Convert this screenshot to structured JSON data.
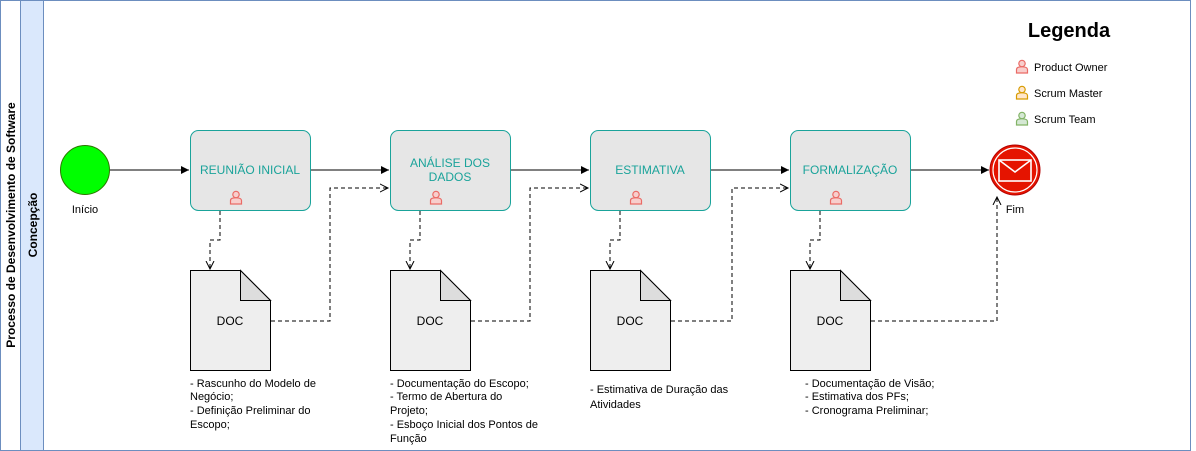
{
  "pool": {
    "title": "Processo de Desenvolvimento de Software"
  },
  "lane": {
    "title": "Concepção"
  },
  "start_event": {
    "label": "Início"
  },
  "end_event": {
    "label": "Fim"
  },
  "tasks": [
    {
      "label_lines": [
        "REUNIÃO INICIAL"
      ],
      "role": "Product Owner"
    },
    {
      "label_lines": [
        "ANÁLISE DOS",
        "DADOS"
      ],
      "role": "Product Owner"
    },
    {
      "label_lines": [
        "ESTIMATIVA"
      ],
      "role": "Product Owner"
    },
    {
      "label_lines": [
        "FORMALIZAÇÃO"
      ],
      "role": "Product Owner"
    }
  ],
  "documents": [
    {
      "label": "DOC",
      "notes": [
        "- Rascunho do Modelo de",
        "Negócio;",
        "- Definição Preliminar do",
        "Escopo;"
      ]
    },
    {
      "label": "DOC",
      "notes": [
        "- Documentação do Escopo;",
        "- Termo de Abertura do",
        "Projeto;",
        "- Esboço Inicial dos Pontos de",
        "Função"
      ]
    },
    {
      "label": "DOC",
      "notes": [
        "- Estimativa de Duração das",
        "Atividades"
      ]
    },
    {
      "label": "DOC",
      "notes": [
        "- Documentação de Visão;",
        "- Estimativa dos PFs;",
        "- Cronograma Preliminar;"
      ]
    }
  ],
  "legend": {
    "title": "Legenda",
    "items": [
      {
        "label": "Product Owner",
        "color": "#ea6b66",
        "fill": "#f8cecc"
      },
      {
        "label": "Scrum Master",
        "color": "#d79b00",
        "fill": "#ffe6cc"
      },
      {
        "label": "Scrum Team",
        "color": "#82b366",
        "fill": "#d5e8d4"
      }
    ]
  },
  "colors": {
    "task_stroke": "#1aa39a",
    "start_fill": "#00ff00",
    "end_fill": "#e51400"
  }
}
